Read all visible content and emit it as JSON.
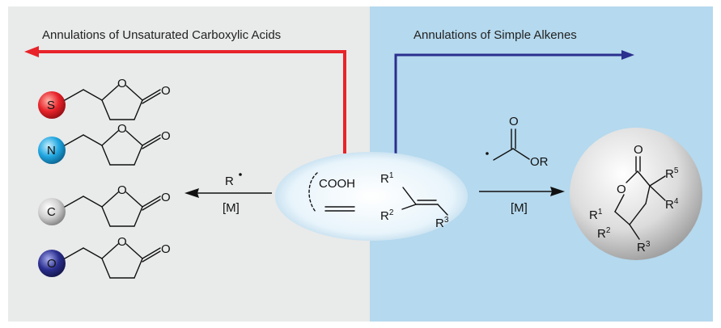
{
  "left_panel": {
    "title": "Annulations of Unsaturated Carboxylic Acids",
    "background": "#e9eaea",
    "arrow_color": "#e8232a",
    "products": [
      {
        "label": "S",
        "color": "#e8232a"
      },
      {
        "label": "N",
        "color": "#1fa6e0"
      },
      {
        "label": "C",
        "color": "#c8c8c8"
      },
      {
        "label": "O",
        "color": "#2b2f8f"
      }
    ],
    "ring_oxygen": "O",
    "carbonyl_oxygen": "O",
    "reagent_top": "R",
    "reagent_bottom": "[M]"
  },
  "right_panel": {
    "title": "Annulations of Simple Alkenes",
    "background": "#b5d9ee",
    "arrow_color": "#2b2f8f",
    "reagent_top": "OR",
    "reagent_carbonyl_o": "O",
    "reagent_bottom": "[M]"
  },
  "center": {
    "acid_label": "COOH",
    "alkene_substituents": [
      "R",
      "R",
      "R"
    ],
    "alkene_superscripts": [
      "1",
      "2",
      "3"
    ]
  },
  "product": {
    "carbonyl_o": "O",
    "ring_o": "O",
    "substituents": [
      "R",
      "R",
      "R",
      "R",
      "R"
    ],
    "superscripts": [
      "1",
      "2",
      "3",
      "4",
      "5"
    ]
  }
}
